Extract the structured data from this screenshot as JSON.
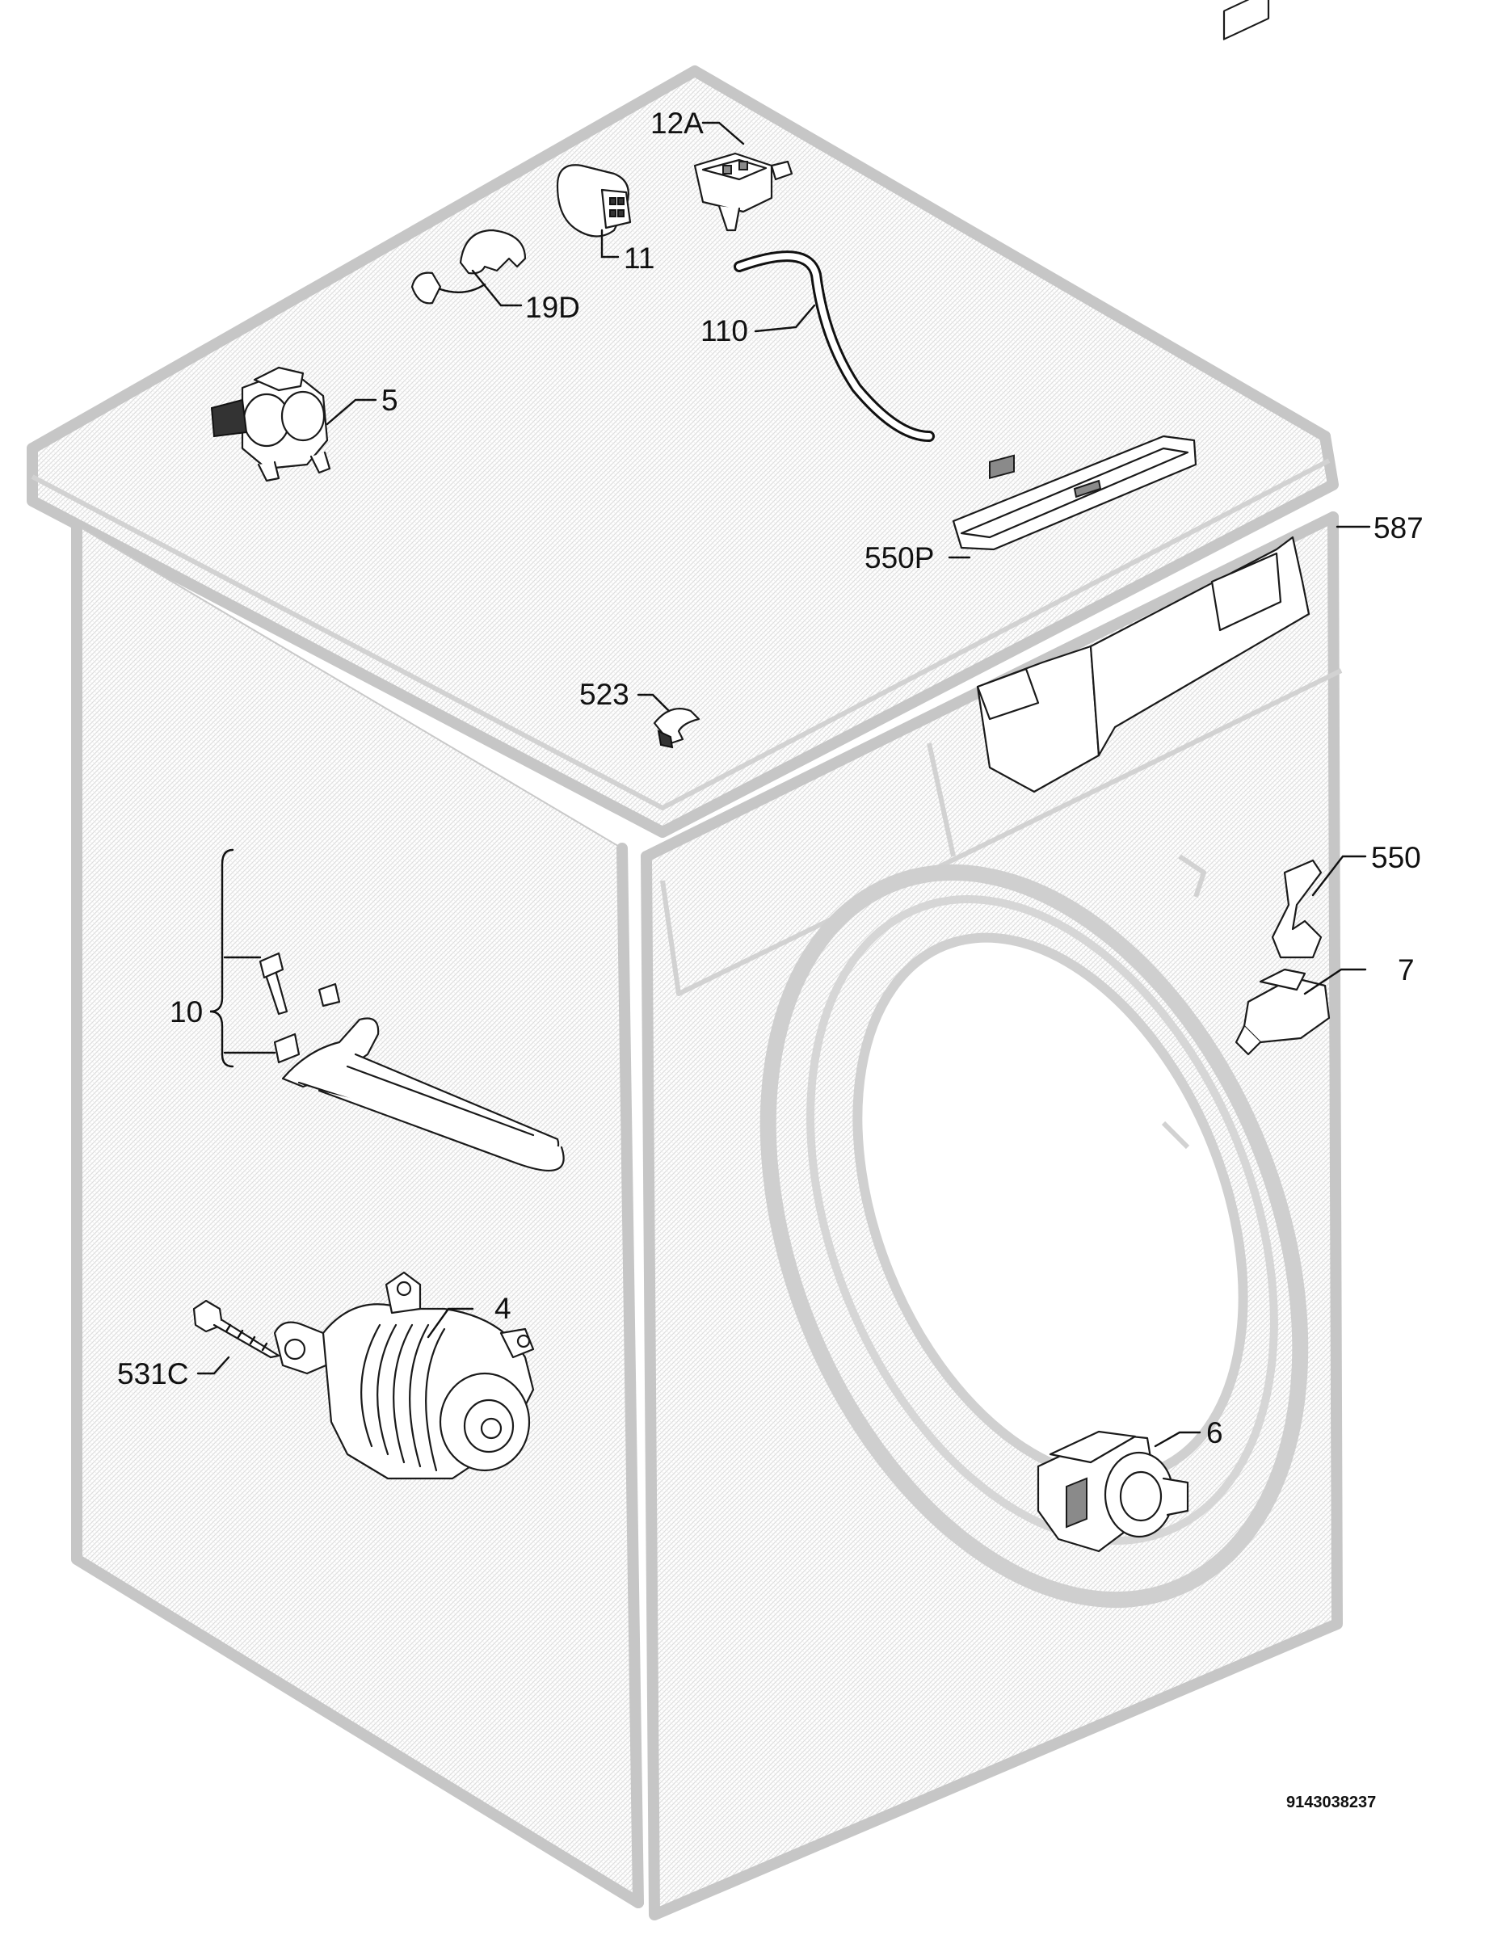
{
  "callouts": [
    {
      "id": "12A",
      "text": "12A"
    },
    {
      "id": "11",
      "text": "11"
    },
    {
      "id": "19D",
      "text": "19D"
    },
    {
      "id": "110",
      "text": "110"
    },
    {
      "id": "5",
      "text": "5"
    },
    {
      "id": "587",
      "text": "587"
    },
    {
      "id": "550P",
      "text": "550P"
    },
    {
      "id": "523",
      "text": "523"
    },
    {
      "id": "550",
      "text": "550"
    },
    {
      "id": "7",
      "text": "7"
    },
    {
      "id": "10",
      "text": "10"
    },
    {
      "id": "4",
      "text": "4"
    },
    {
      "id": "531C",
      "text": "531C"
    },
    {
      "id": "6",
      "text": "6"
    }
  ],
  "drawing_number": "9143038237"
}
